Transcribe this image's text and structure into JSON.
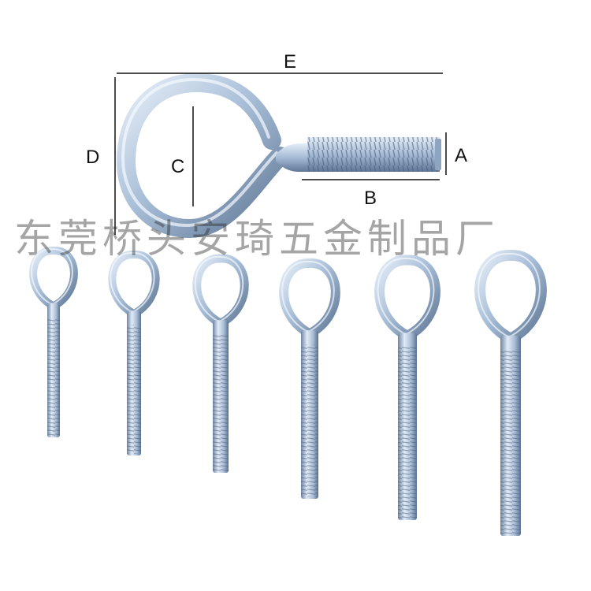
{
  "dimension_labels": {
    "a": "A",
    "b": "B",
    "c": "C",
    "d": "D",
    "e": "E"
  },
  "watermark": "东莞桥头安琦五金制品厂",
  "product": {
    "name_icon": "eye-bolt-icon",
    "finish_color": "#b9cde3",
    "line_color": "#111111"
  }
}
